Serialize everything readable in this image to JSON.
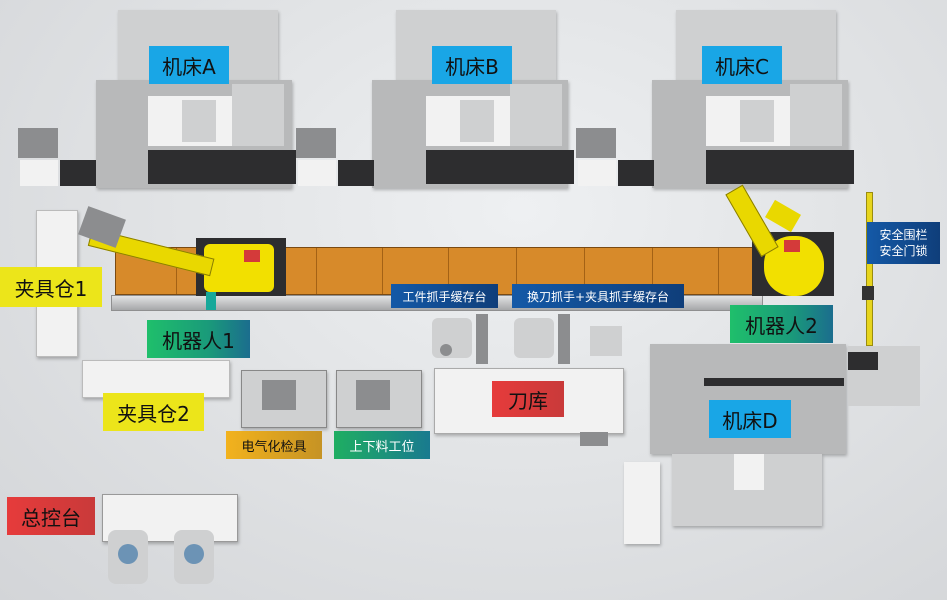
{
  "labels": {
    "machine_a": "机床A",
    "machine_b": "机床B",
    "machine_c": "机床C",
    "machine_d": "机床D",
    "fixture_bin_1": "夹具仓1",
    "fixture_bin_2": "夹具仓2",
    "robot_1": "机器人1",
    "robot_2": "机器人2",
    "tool_magazine": "刀库",
    "control_console": "总控台",
    "workpiece_buffer": "工件抓手缓存台",
    "tool_fixture_buffer": "换刀抓手+夹具抓手缓存台",
    "electrical_fixture": "电气化检具",
    "load_unload_station": "上下料工位",
    "safety_fence_line1": "安全围栏",
    "safety_fence_line2": "安全门锁"
  },
  "colors": {
    "label_blue": "#19a6e6",
    "label_yellow": "#ece51a",
    "label_green": "#1fbf6b",
    "label_red": "#e63b3b",
    "label_navy": "#1459a7",
    "robot_yellow": "#f2e000",
    "conveyor_orange": "#d78a2a"
  }
}
